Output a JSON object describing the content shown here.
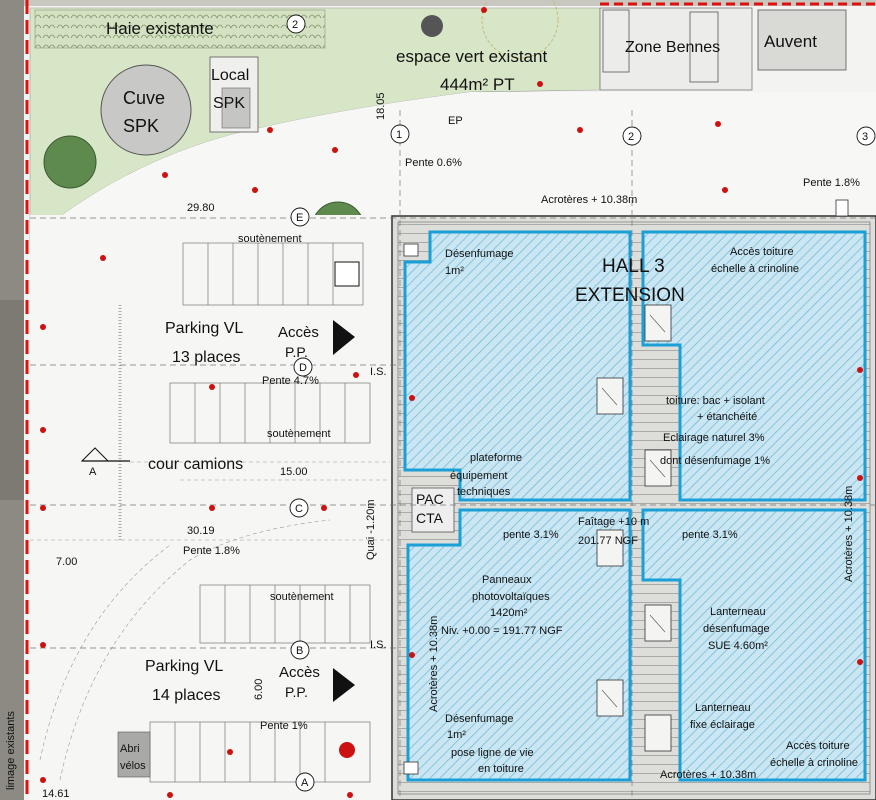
{
  "colors": {
    "roof_blue": "#1a9fd6",
    "hatch_blue": "#8fc9e2",
    "green_space": "#d8e6c8",
    "boundary_red": "#e01010",
    "marker_red": "#cc1111"
  },
  "north_area": {
    "hedge": "Haie existante",
    "green_space_title": "espace vert existant",
    "green_space_area": "444m² PT",
    "tank_line1": "Cuve",
    "tank_line2": "SPK",
    "local_line1": "Local",
    "local_line2": "SPK",
    "bins": "Zone Bennes",
    "awning": "Auvent",
    "ep_label": "EP",
    "dim_18": "18.05",
    "dim_29": "29.80",
    "slope_06": "Pente 0.6%",
    "slope_18": "Pente 1.8%"
  },
  "grid": {
    "col_1": "1",
    "col_2": "2",
    "col_3": "3",
    "top_2": "2",
    "row_a": "A",
    "row_b": "B",
    "row_c": "C",
    "row_d": "D",
    "row_e": "E",
    "section_a": "A"
  },
  "parking": {
    "retaining_wall": "soutènement",
    "lot1_title": "Parking VL",
    "lot1_places": "13 places",
    "lot2_title": "Parking VL",
    "lot2_places": "14 places",
    "access_word": "Accès",
    "access_pp": "P.P.",
    "slope_47": "Pente 4.7%",
    "slope_18": "Pente 1.8%",
    "slope_1": "Pente 1%",
    "is": "I.S.",
    "truck_yard": "cour camions",
    "dim_15": "15.00",
    "dim_3019": "30.19",
    "dim_700": "7.00",
    "dim_600": "6.00",
    "dim_1461": "14.61",
    "dock": "Quai -1.20m",
    "bike1": "Abri",
    "bike2": "vélos",
    "existing": "limage existants"
  },
  "building": {
    "hall_line1": "HALL 3",
    "hall_line2": "EXTENSION",
    "acroteres_top": "Acrotères + 10.38m",
    "acroteres_bottom": "Acrotères + 10.38m",
    "acroteres_right": "Acrotères + 10.38m",
    "acroteres_left": "Acrotères + 10.38m",
    "smoke_title": "Désenfumage",
    "smoke_area": "1m²",
    "roof_access1": "Accès toiture",
    "roof_access2": "échelle à crinoline",
    "roof_line1": "toiture: bac + isolant",
    "roof_line2": "+ étanchéité",
    "light_line1": "Eclairage naturel 3%",
    "light_line2": "dont désenfumage 1%",
    "platform1": "plateforme",
    "platform2": "équipement",
    "platform3": "techniques",
    "pac": "PAC",
    "cta": "CTA",
    "ridge1": "Faîtage +10 m",
    "ridge2": "201.77 NGF",
    "slope_l": "pente 3.1%",
    "slope_r": "pente 3.1%",
    "pv1": "Panneaux",
    "pv2": "photovoltaïques",
    "pv3": "1420m²",
    "niv": "Niv. +0.00 = 191.77 NGF",
    "lant1": "Lanterneau",
    "lant2": "désenfumage",
    "lant3": "SUE 4.60m²",
    "lant4": "Lanterneau",
    "lant5": "fixe éclairage",
    "smoke2_title": "Désenfumage",
    "smoke2_area": "1m²",
    "lifeline1": "pose ligne de vie",
    "lifeline2": "en toiture",
    "roof_access3": "Accès toiture",
    "roof_access4": "échelle à crinoline"
  }
}
